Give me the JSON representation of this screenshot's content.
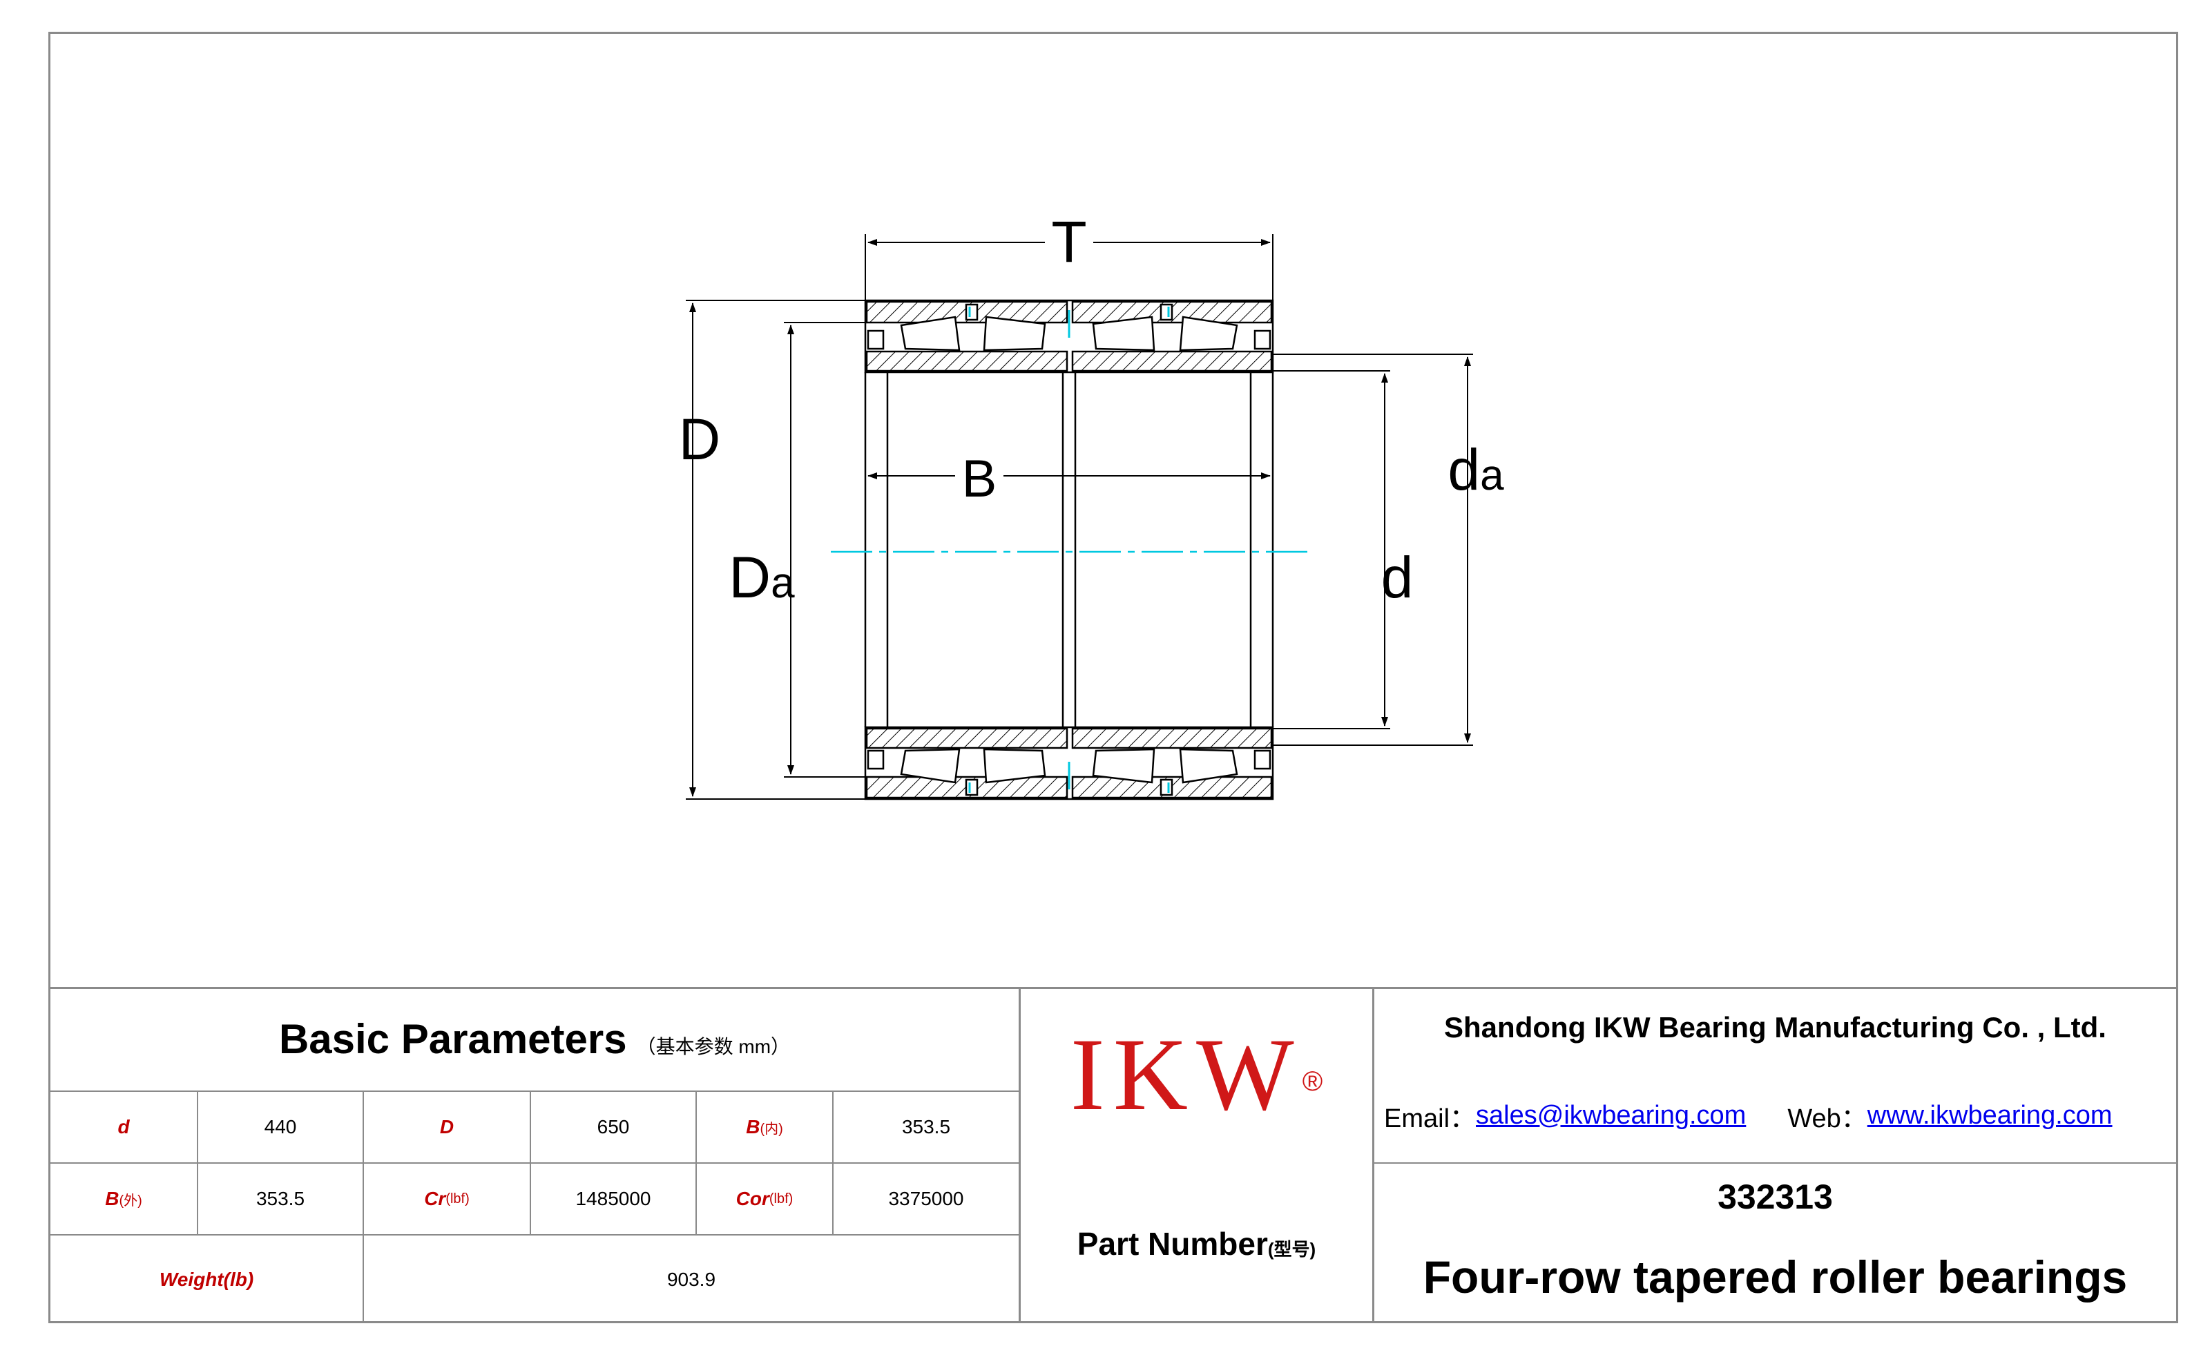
{
  "drawing": {
    "labels": {
      "T": "T",
      "B": "B",
      "D": "D",
      "Da_main": "D",
      "Da_sub": "a",
      "d": "d",
      "da_main": "d",
      "da_sub": "a"
    }
  },
  "basic_parameters": {
    "title": "Basic Parameters",
    "subtitle": "（基本参数 mm）",
    "rows": [
      [
        {
          "label": "d",
          "sub": "",
          "value": "440"
        },
        {
          "label": "D",
          "sub": "",
          "value": "650"
        },
        {
          "label": "B",
          "sub": "(内)",
          "value": "353.5"
        }
      ],
      [
        {
          "label": "B",
          "sub": "(外)",
          "value": "353.5"
        },
        {
          "label": "Cr",
          "sub": "(lbf)",
          "value": "1485000"
        },
        {
          "label": "Cor",
          "sub": "(lbf)",
          "value": "3375000"
        }
      ]
    ],
    "weight_label": "Weight(lb)",
    "weight_value": "903.9"
  },
  "logo": {
    "text": "IKW",
    "reg_mark": "®"
  },
  "part": {
    "label": "Part Number",
    "label_sub": "(型号)",
    "number": "332313",
    "name": "Four-row tapered roller bearings"
  },
  "company": {
    "name": "Shandong IKW Bearing Manufacturing Co. , Ltd.",
    "email_label": "Email：",
    "email": "sales@ikwbearing.com",
    "web_label": "Web：",
    "web": "www.ikwbearing.com"
  },
  "colors": {
    "logo_red": "#d01818",
    "label_red": "#c00000",
    "link_blue": "#0000ee",
    "centerline_cyan": "#00c8e0",
    "border_gray": "#8a8a8a"
  }
}
